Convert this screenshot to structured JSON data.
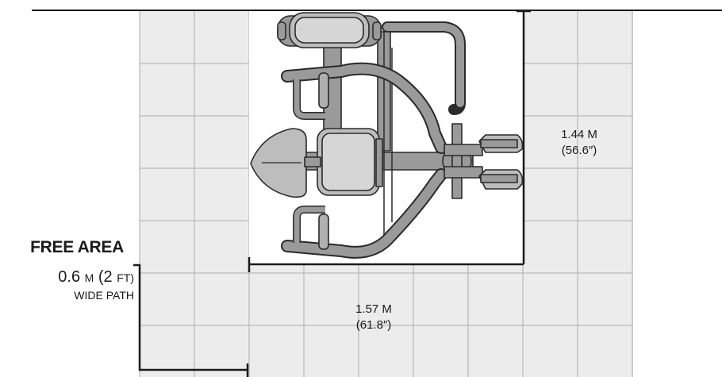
{
  "free_area": {
    "title": "FREE AREA",
    "width_value": "0.6",
    "width_unit": "M",
    "width_alt_value": "(2",
    "width_alt_unit": "FT)",
    "path_label": "WIDE PATH"
  },
  "dimensions": {
    "depth_metric": "1.44 M",
    "depth_imperial": "(56.6″)",
    "width_metric": "1.57 M",
    "width_imperial": "(61.8″)"
  },
  "colors": {
    "grid_fill": "#ececec",
    "grid_line": "#b8b8b8",
    "frame": "#9a9a9a",
    "frame_stroke": "#2a2a2a",
    "upholstery": "#cfcfcf",
    "dimension_line": "#1a1a1a"
  }
}
